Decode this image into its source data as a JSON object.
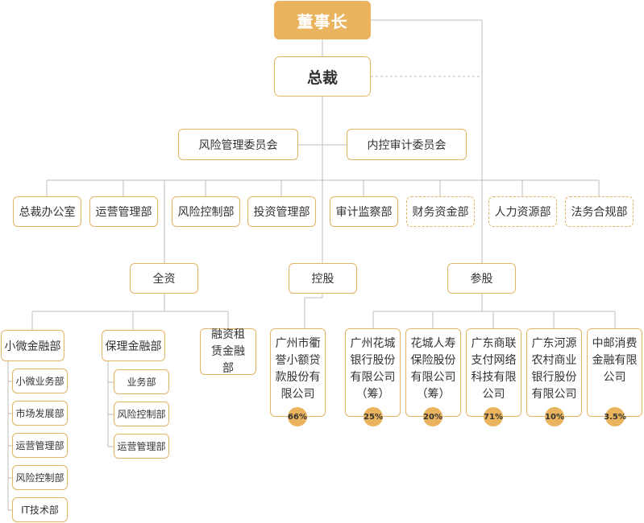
{
  "chairman": "董事长",
  "president": "总裁",
  "committees": [
    "风险管理委员会",
    "内控审计委员会"
  ],
  "departments": [
    {
      "label": "总裁办公室",
      "dashed": false
    },
    {
      "label": "运营管理部",
      "dashed": false
    },
    {
      "label": "风险控制部",
      "dashed": false
    },
    {
      "label": "投资管理部",
      "dashed": false
    },
    {
      "label": "审计监察部",
      "dashed": false
    },
    {
      "label": "财务资金部",
      "dashed": true
    },
    {
      "label": "人力资源部",
      "dashed": true
    },
    {
      "label": "法务合规部",
      "dashed": true
    }
  ],
  "groups": [
    "全资",
    "控股",
    "参股"
  ],
  "wholly_owned": [
    {
      "label": "小微金融部",
      "children": [
        "小微业务部",
        "市场发展部",
        "运营管理部",
        "风险控制部",
        "IT技术部"
      ]
    },
    {
      "label": "保理金融部",
      "children": [
        "业务部",
        "风险控制部",
        "运营管理部"
      ]
    },
    {
      "label": "融资租赁金融部",
      "children": []
    }
  ],
  "holding": [
    {
      "label": "广州市衢誉小额贷款股份有限公司",
      "share": "66%"
    }
  ],
  "participating": [
    {
      "label": "广州花城银行股份有限公司（筹）",
      "share": "25%"
    },
    {
      "label": "花城人寿保险股份有限公司（筹）",
      "share": "20%"
    },
    {
      "label": "广东商联支付网络科技有限公司",
      "share": "71%"
    },
    {
      "label": "广东河源农村商业银行股份有限公司",
      "share": "10%"
    },
    {
      "label": "中邮消费金融有限公司",
      "share": "3.5%"
    }
  ],
  "colors": {
    "accent": "#e9b45d",
    "border": "#e2b565",
    "line": "#bdbdbd"
  }
}
